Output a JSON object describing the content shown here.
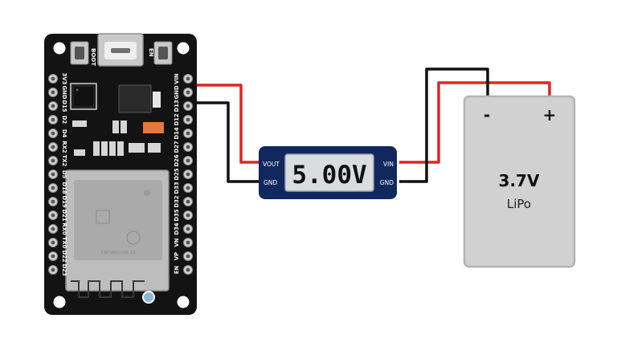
{
  "colors": {
    "board": "#131313",
    "wire_positive": "#e02424",
    "wire_negative": "#111111",
    "module_border": "#10285e",
    "lcd_screen": "#d9dde0",
    "battery_fill": "#d1d1d1",
    "battery_border": "#b3b3b3"
  },
  "esp32": {
    "button_left_label": "BOOT",
    "button_right_label": "EN",
    "left_pin_labels": [
      "3V3",
      "GND",
      "D15",
      "D2",
      "D4",
      "RX2",
      "TX2",
      "D5",
      "D18",
      "D19",
      "D21",
      "RX0",
      "TX0",
      "D22",
      "D23"
    ],
    "right_pin_labels": [
      "VIN",
      "GND",
      "D13",
      "D12",
      "D14",
      "D27",
      "D26",
      "D25",
      "D33",
      "D32",
      "D35",
      "D34",
      "VN",
      "VP",
      "EN"
    ],
    "module_marking": "ESP-WROOM-32"
  },
  "booster": {
    "display_value": "5.00V",
    "left_top_label": "VOUT",
    "left_bottom_label": "GND",
    "right_top_label": "VIN",
    "right_bottom_label": "GND"
  },
  "battery": {
    "minus_label": "-",
    "plus_label": "+",
    "voltage_label": "3.7V",
    "type_label": "LiPo"
  }
}
